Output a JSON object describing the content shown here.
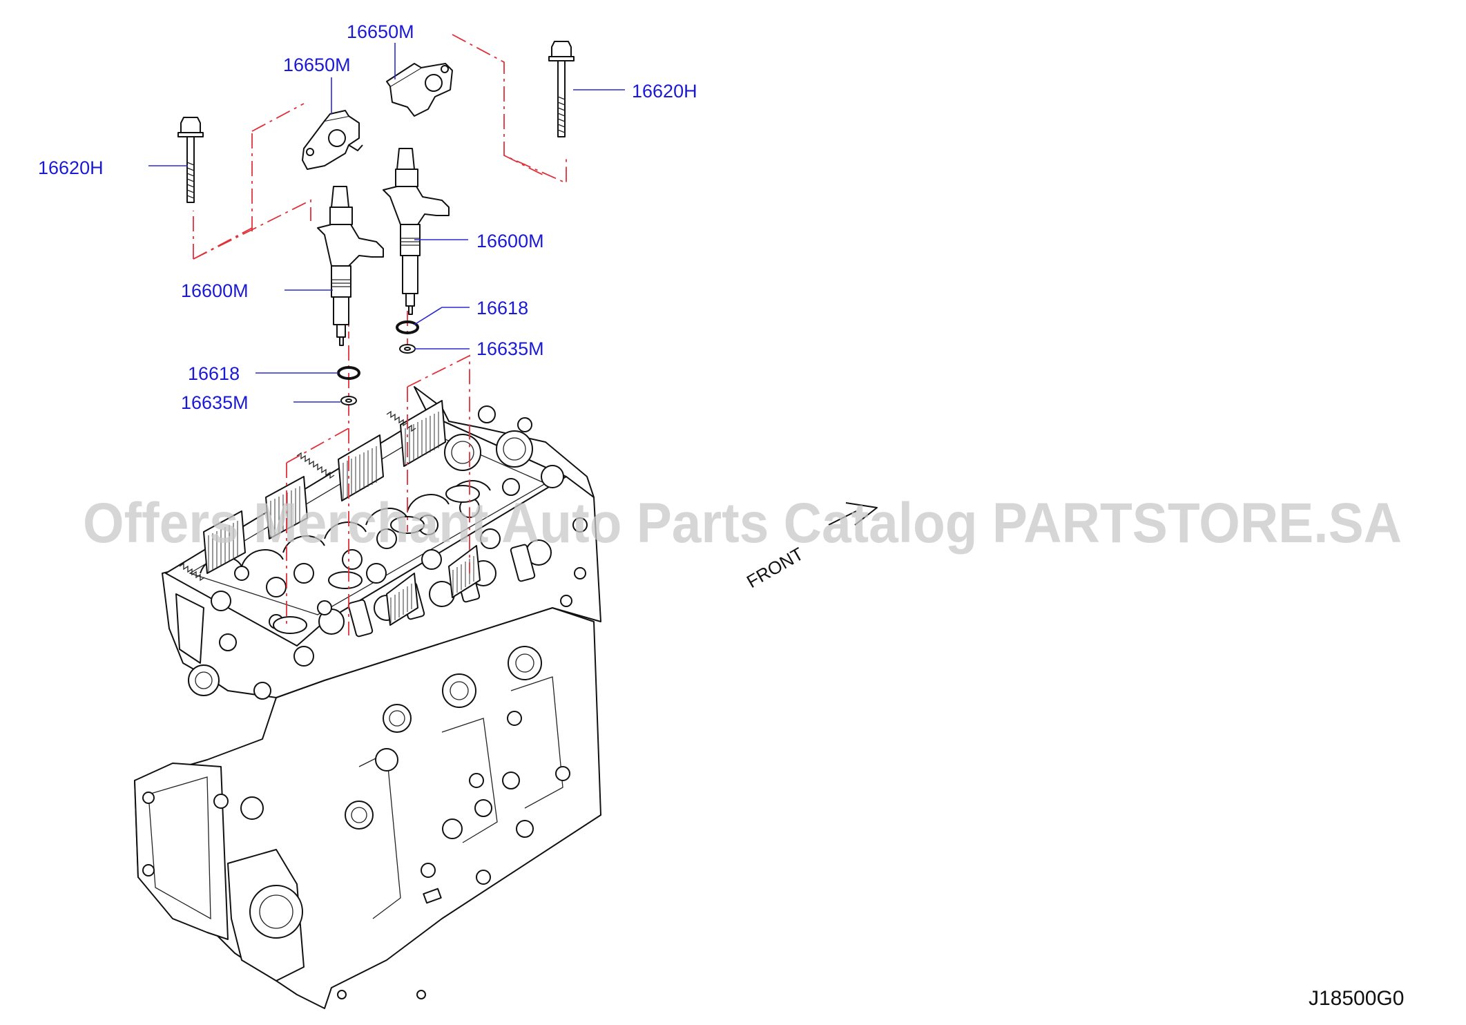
{
  "diagram": {
    "labels": {
      "bracket_top": "16650M",
      "bracket_left": "16650M",
      "bolt_right": "16620H",
      "bolt_left": "16620H",
      "injector_right": "16600M",
      "injector_left": "16600M",
      "oring_right": "16618",
      "washer_right": "16635M",
      "oring_left": "16618",
      "washer_left": "16635M"
    },
    "front_label": "FRONT",
    "diagram_code": "J18500G0",
    "watermark": "Offers Merchant Auto Parts Catalog PARTSTORE.SA",
    "colors": {
      "label": "#1a1ad6",
      "phantom_line": "#e0303a",
      "ink": "#111111"
    }
  }
}
